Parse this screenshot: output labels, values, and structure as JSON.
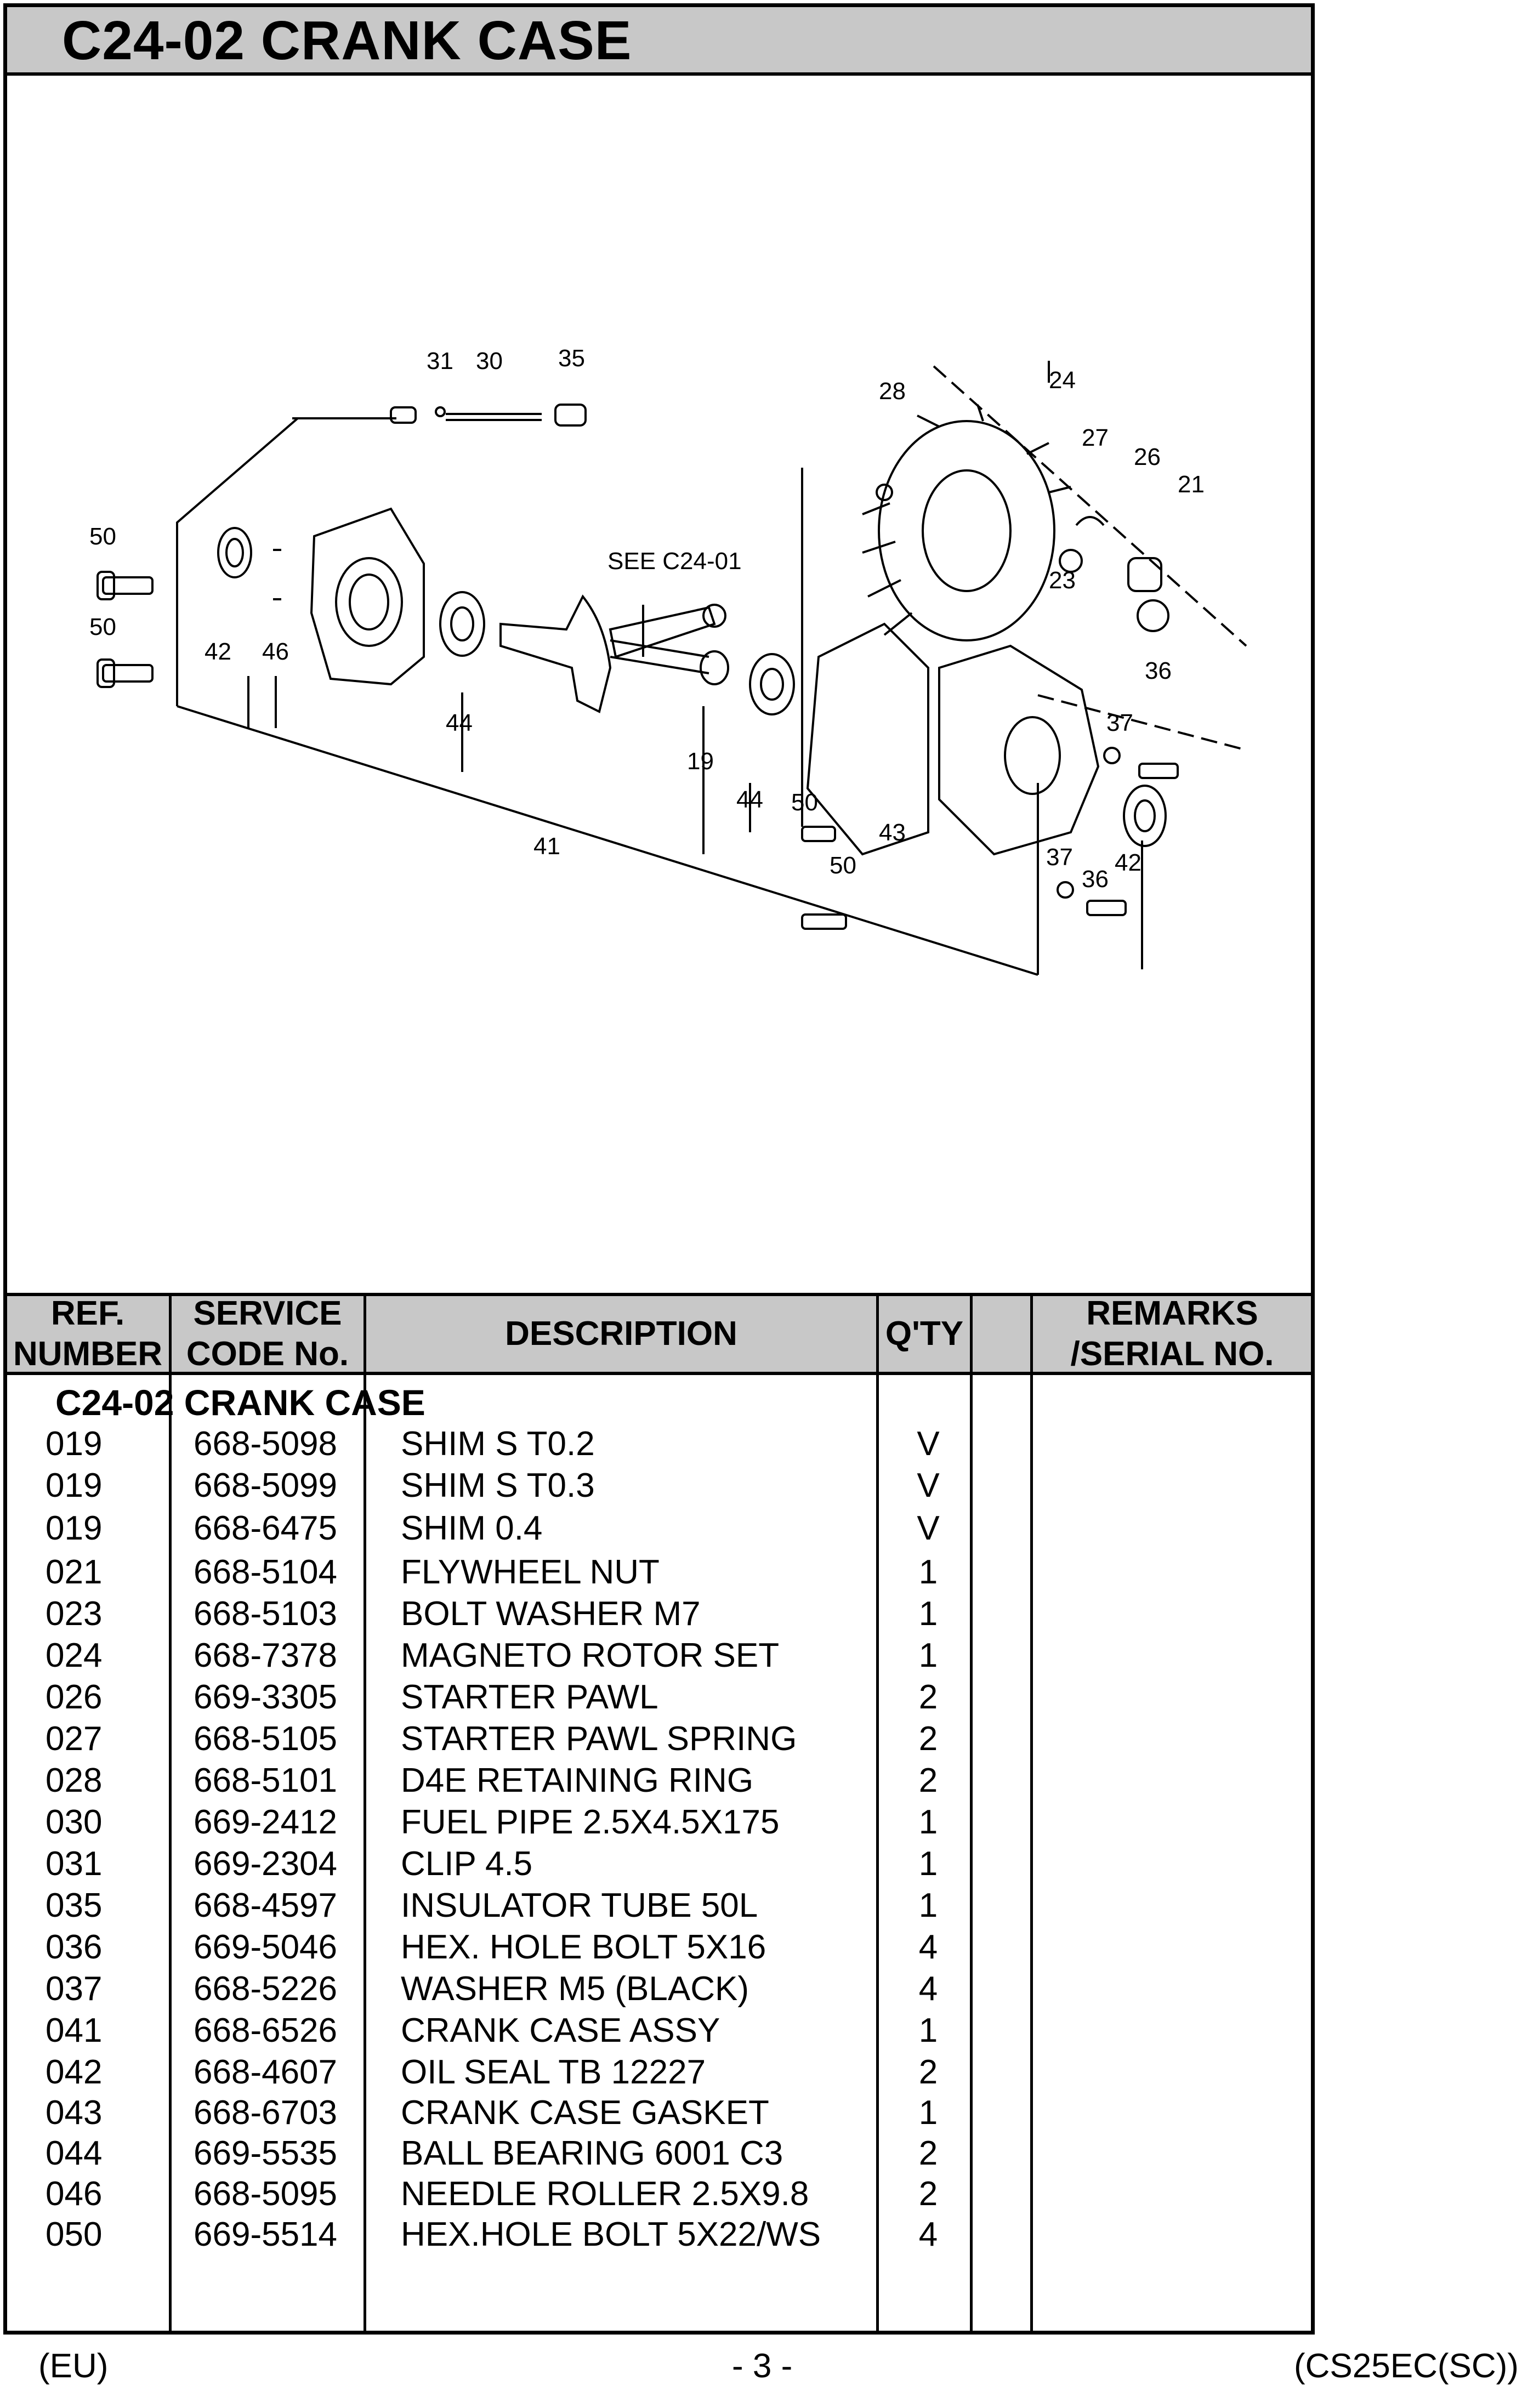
{
  "header": {
    "title": "C24-02 CRANK CASE"
  },
  "diagram": {
    "callouts": {
      "c31": "31",
      "c30": "30",
      "c35": "35",
      "c28": "28",
      "c24": "24",
      "c27": "27",
      "c26": "26",
      "c21": "21",
      "c50a": "50",
      "c50b": "50",
      "c42a": "42",
      "c46a": "46",
      "c44a": "44",
      "c23": "23",
      "c36a": "36",
      "c37a": "37",
      "c19": "19",
      "c44b": "44",
      "c50c": "50",
      "c41": "41",
      "c43": "43",
      "c50d": "50",
      "c37b": "37",
      "c36b": "36",
      "c42b": "42",
      "see": "SEE C24-01"
    }
  },
  "table": {
    "headers": {
      "ref": "REF.",
      "ref2": "NUMBER",
      "code": "SERVICE",
      "code2": "CODE No.",
      "desc": "DESCRIPTION",
      "qty": "Q'TY",
      "remarks": "REMARKS",
      "remarks2": "/SERIAL NO."
    },
    "section_title": "C24-02 CRANK CASE",
    "rows": [
      {
        "ref": "019",
        "code": "668-5098",
        "desc": "SHIM S T0.2",
        "qty": "V"
      },
      {
        "ref": "019",
        "code": "668-5099",
        "desc": "SHIM S T0.3",
        "qty": "V"
      },
      {
        "ref": "019",
        "code": "668-6475",
        "desc": "SHIM 0.4",
        "qty": "V"
      },
      {
        "ref": "021",
        "code": "668-5104",
        "desc": "FLYWHEEL NUT",
        "qty": "1"
      },
      {
        "ref": "023",
        "code": "668-5103",
        "desc": "BOLT WASHER M7",
        "qty": "1"
      },
      {
        "ref": "024",
        "code": "668-7378",
        "desc": "MAGNETO ROTOR SET",
        "qty": "1"
      },
      {
        "ref": "026",
        "code": "669-3305",
        "desc": "STARTER PAWL",
        "qty": "2"
      },
      {
        "ref": "027",
        "code": "668-5105",
        "desc": "STARTER PAWL SPRING",
        "qty": "2"
      },
      {
        "ref": "028",
        "code": "668-5101",
        "desc": "D4E RETAINING RING",
        "qty": "2"
      },
      {
        "ref": "030",
        "code": "669-2412",
        "desc": "FUEL PIPE 2.5X4.5X175",
        "qty": "1"
      },
      {
        "ref": "031",
        "code": "669-2304",
        "desc": "CLIP 4.5",
        "qty": "1"
      },
      {
        "ref": "035",
        "code": "668-4597",
        "desc": "INSULATOR TUBE 50L",
        "qty": "1"
      },
      {
        "ref": "036",
        "code": "669-5046",
        "desc": "HEX. HOLE BOLT 5X16",
        "qty": "4"
      },
      {
        "ref": "037",
        "code": "668-5226",
        "desc": "WASHER M5 (BLACK)",
        "qty": "4"
      },
      {
        "ref": "041",
        "code": "668-6526",
        "desc": "CRANK CASE ASSY",
        "qty": "1"
      },
      {
        "ref": "042",
        "code": "668-4607",
        "desc": "OIL SEAL TB 12227",
        "qty": "2"
      },
      {
        "ref": "043",
        "code": "668-6703",
        "desc": "CRANK CASE GASKET",
        "qty": "1"
      },
      {
        "ref": "044",
        "code": "669-5535",
        "desc": "BALL BEARING 6001 C3",
        "qty": "2"
      },
      {
        "ref": "046",
        "code": "668-5095",
        "desc": "NEEDLE ROLLER 2.5X9.8",
        "qty": "2"
      },
      {
        "ref": "050",
        "code": "669-5514",
        "desc": "HEX.HOLE BOLT 5X22/WS",
        "qty": "4"
      }
    ]
  },
  "footer": {
    "left": "(EU)",
    "center": "- 3 -",
    "right": "(CS25EC(SC))"
  }
}
